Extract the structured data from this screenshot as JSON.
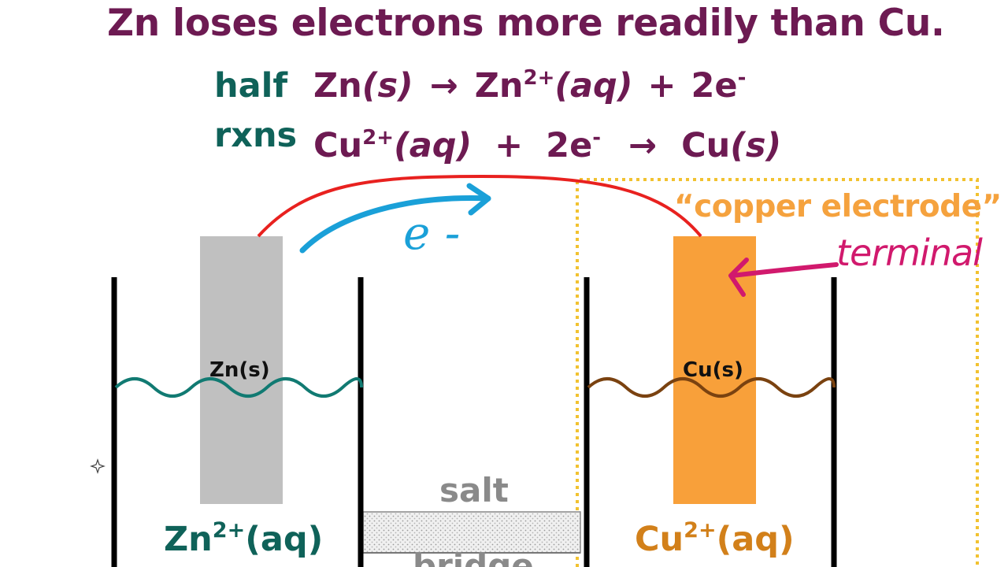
{
  "title": "Zn loses electrons more readily than Cu.",
  "half_label": "half",
  "rxns_label": "rxns",
  "equation_1": {
    "reactant": "Zn",
    "reactant_state": "(s)",
    "arrow": "→",
    "product": "Zn",
    "product_charge": "2+",
    "product_state": "(aq)",
    "plus": "+",
    "electrons": "2e",
    "electron_charge": "-"
  },
  "equation_2": {
    "reactant": "Cu",
    "reactant_charge": "2+",
    "reactant_state": "(aq)",
    "plus": "+",
    "electrons": "2e",
    "electron_charge": "-",
    "arrow": "→",
    "product": "Cu",
    "product_state": "(s)"
  },
  "electron_annotation": "e -",
  "copper_electrode_label": "“copper electrode”",
  "terminal_annotation": "terminal",
  "zn_electrode_label": "Zn(s)",
  "cu_electrode_label": "Cu(s)",
  "zn_solution": {
    "species": "Zn",
    "charge": "2+",
    "state": "(aq)"
  },
  "cu_solution": {
    "species": "Cu",
    "charge": "2+",
    "state": "(aq)"
  },
  "salt_bridge": {
    "line1": "salt",
    "line2": "bridge"
  },
  "colors": {
    "title": "#6d1a52",
    "teal": "#0f6259",
    "wire": "#e8211f",
    "electron_arrow": "#1aa0d8",
    "zinc_electrode": "#c0c0c0",
    "copper_electrode": "#f8a03a",
    "copper_text": "#d2801a",
    "terminal_pen": "#d1196d",
    "dotted_box": "#f2c230",
    "zn_solution_wave": "#117a72",
    "cu_solution_wave": "#7a4210"
  }
}
